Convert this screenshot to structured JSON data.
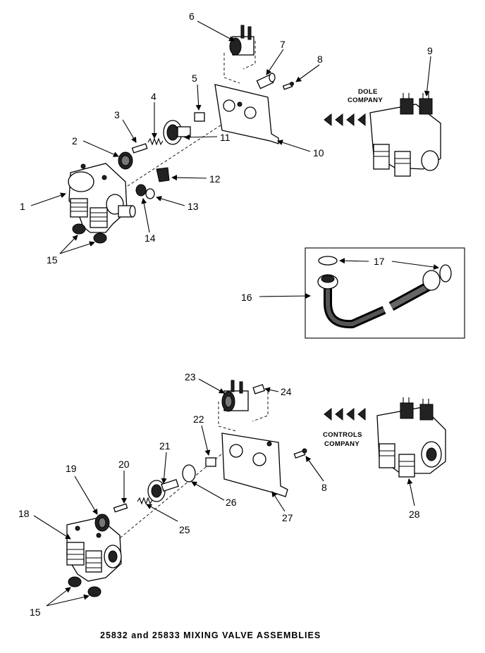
{
  "labels": {
    "l1": "1",
    "l2": "2",
    "l3": "3",
    "l4": "4",
    "l5": "5",
    "l6": "6",
    "l7": "7",
    "l8a": "8",
    "l8b": "8",
    "l9": "9",
    "l10": "10",
    "l11": "11",
    "l12": "12",
    "l13": "13",
    "l14": "14",
    "l15a": "15",
    "l15b": "15",
    "l16": "16",
    "l17": "17",
    "l18": "18",
    "l19": "19",
    "l20": "20",
    "l21": "21",
    "l22": "22",
    "l23": "23",
    "l24": "24",
    "l25": "25",
    "l26": "26",
    "l27": "27",
    "l28": "28"
  },
  "vendors": {
    "dole_line1": "DOLE",
    "dole_line2": "COMPANY",
    "controls_line1": "CONTROLS",
    "controls_line2": "COMPANY"
  },
  "caption": "25832 and 25833 MIXING VALVE ASSEMBLIES"
}
